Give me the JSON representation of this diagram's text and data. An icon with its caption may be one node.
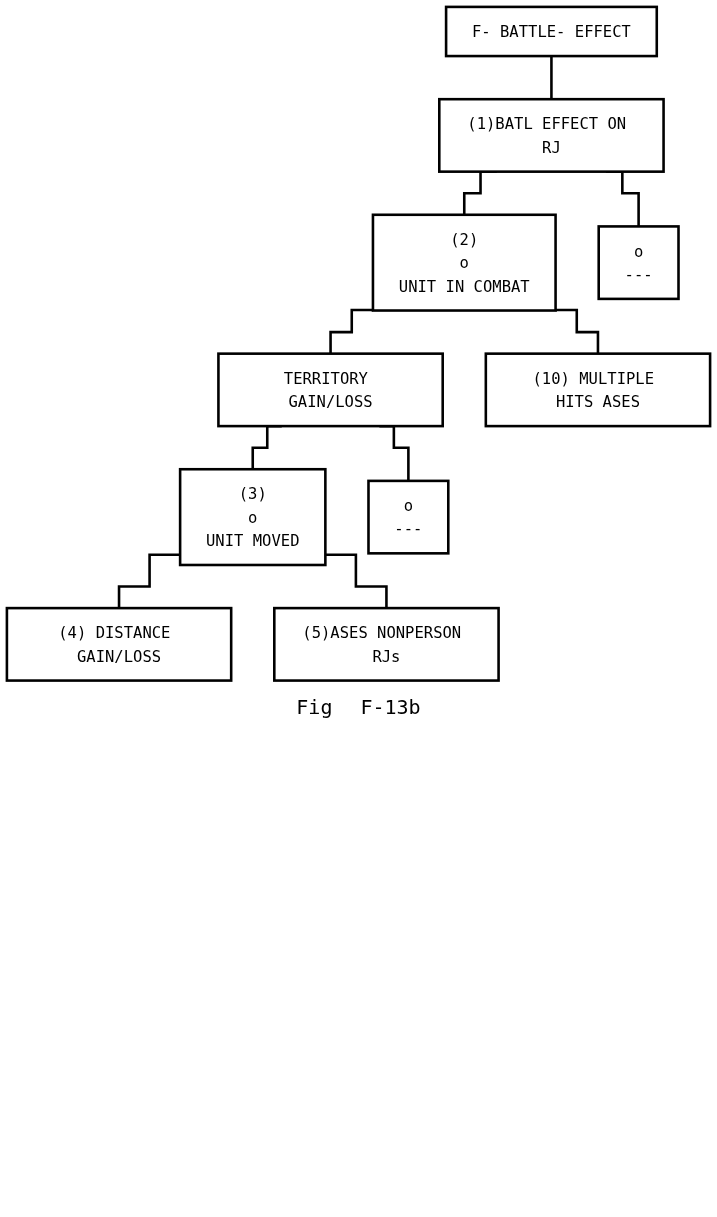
{
  "diagram": {
    "nodes": [
      {
        "text": [
          "F- BATTLE- EFFECT"
        ]
      },
      {
        "text": [
          "(1)BATL EFFECT ON RJ"
        ]
      },
      {
        "text": [
          "(2)",
          "o",
          "UNIT IN COMBAT"
        ]
      },
      {
        "text": [
          "o",
          "---"
        ]
      },
      {
        "text": [
          "TERRITORY GAIN/LOSS"
        ]
      },
      {
        "text": [
          "(10) MULTIPLE HITS ASES"
        ]
      },
      {
        "text": [
          "(3)",
          "o",
          "UNIT MOVED"
        ]
      },
      {
        "text": [
          "o",
          "---"
        ]
      },
      {
        "text": [
          "(4) DISTANCE GAIN/LOSS"
        ]
      },
      {
        "text": [
          "(5)ASES NONPERSON RJs"
        ]
      }
    ],
    "edges": [
      {
        "from": 0,
        "to": 1,
        "arrow": "none"
      },
      {
        "from": 1,
        "to": 2,
        "arrow": "none"
      },
      {
        "from": 1,
        "to": 3,
        "arrow": "none"
      },
      {
        "from": 2,
        "to": 4,
        "arrow": "none"
      },
      {
        "from": 2,
        "to": 5,
        "arrow": "none"
      },
      {
        "from": 4,
        "to": 6,
        "arrow": "none"
      },
      {
        "from": 4,
        "to": 7,
        "arrow": "none"
      },
      {
        "from": 6,
        "to": 8,
        "arrow": "none"
      },
      {
        "from": 6,
        "to": 9,
        "arrow": "none"
      }
    ],
    "labels": [
      "Fig",
      "F-13b"
    ]
  }
}
